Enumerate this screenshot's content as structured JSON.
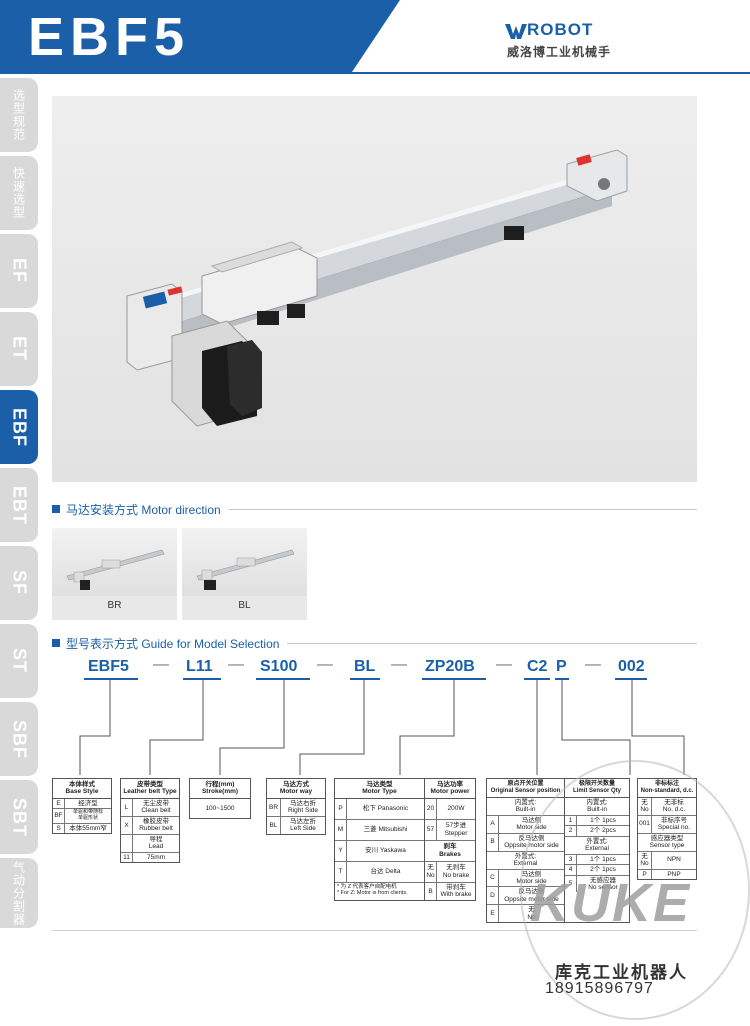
{
  "header": {
    "title": "EBF5",
    "logo_name": "ROBOT",
    "logo_sub": "威洛博工业机械手"
  },
  "sidebar": {
    "tabs": [
      {
        "label": "选型规范",
        "active": false
      },
      {
        "label": "快速选型",
        "active": false
      },
      {
        "label": "EF",
        "active": false
      },
      {
        "label": "ET",
        "active": false
      },
      {
        "label": "EBF",
        "active": true
      },
      {
        "label": "EBT",
        "active": false
      },
      {
        "label": "SF",
        "active": false
      },
      {
        "label": "ST",
        "active": false
      },
      {
        "label": "SBF",
        "active": false
      },
      {
        "label": "SBT",
        "active": false
      },
      {
        "label": "气动分割器",
        "active": false
      }
    ]
  },
  "motor_direction": {
    "title": "马达安装方式 Motor direction",
    "options": [
      "BR",
      "BL"
    ]
  },
  "model_selection": {
    "title": "型号表示方式 Guide for Model Selection",
    "codes": [
      "EBF5",
      "L11",
      "S100",
      "BL",
      "ZP20B",
      "C2",
      "P",
      "002"
    ],
    "dash": "—"
  },
  "tables": {
    "base_style": {
      "header": "本体样式\nBase Style",
      "rows": [
        {
          "k": "E",
          "v": "经济型"
        },
        {
          "k": "BF",
          "v": "单驱和带随标\n单驱形状"
        },
        {
          "k": "S",
          "v": "本体55mm窄"
        }
      ]
    },
    "belt_type": {
      "header": "皮带类型\nLeather belt Type",
      "rows": [
        {
          "k": "L",
          "v": "无尘皮带\nClean belt"
        },
        {
          "k": "X",
          "v": "橡胶皮带\nRubber belt"
        },
        {
          "k": "",
          "v": "导程\nLead"
        },
        {
          "k": "11",
          "v": "75mm"
        }
      ]
    },
    "stroke": {
      "header": "行程(mm)\nStroke(mm)",
      "value": "100~1500"
    },
    "motor_way": {
      "header": "马达方式\nMotor way",
      "rows": [
        {
          "k": "BR",
          "v": "马达右折\nRight Side"
        },
        {
          "k": "BL",
          "v": "马达左折\nLeft Side"
        }
      ]
    },
    "motor_type": {
      "header": "马达类型\nMotor Type",
      "rows": [
        {
          "k": "P",
          "v": "松下 Panasonic"
        },
        {
          "k": "M",
          "v": "三菱 Mitsubishi"
        },
        {
          "k": "Y",
          "v": "安川 Yaskawa"
        },
        {
          "k": "T",
          "v": "台达 Delta"
        }
      ],
      "note": "* 为 Z 代表客户自配电机\n* For Z: Motor is from clients."
    },
    "motor_power": {
      "header": "马达功率\nMotor power",
      "rows": [
        {
          "k": "20",
          "v": "200W"
        },
        {
          "k": "57",
          "v": "57步进\nStepper"
        },
        {
          "k": "",
          "v": "刹车\nBrakes"
        },
        {
          "k": "无\nNo",
          "v": "无刹车\nNo brake"
        },
        {
          "k": "B",
          "v": "带刹车\nWith brake"
        }
      ]
    },
    "sensor_position": {
      "header": "原点开关位置\nOriginal Sensor position",
      "rows": [
        {
          "k": "",
          "v": "内置式:\nBuilt-in"
        },
        {
          "k": "A",
          "v": "马达侧\nMotor side"
        },
        {
          "k": "B",
          "v": "反马达侧\nOppsite motor side"
        },
        {
          "k": "",
          "v": "外置式:\nExternal"
        },
        {
          "k": "C",
          "v": "马达侧\nMotor side"
        },
        {
          "k": "D",
          "v": "反马达侧\nOppsite motor side"
        },
        {
          "k": "E",
          "v": "无\nNo"
        }
      ]
    },
    "limit_sensor": {
      "header": "极限开关数量\nLimit Sensor Qty",
      "rows": [
        {
          "k": "",
          "v": "内置式:\nBuilt-in"
        },
        {
          "k": "1",
          "v": "1个 1pcs"
        },
        {
          "k": "2",
          "v": "2个 2pcs"
        },
        {
          "k": "",
          "v": "外置式:\nExternal"
        },
        {
          "k": "3",
          "v": "1个 1pcs"
        },
        {
          "k": "4",
          "v": "2个 1pcs"
        },
        {
          "k": "5",
          "v": "无感应器\nNo sensor"
        }
      ]
    },
    "non_standard": {
      "header": "非标标注\nNon-standard, d.c.",
      "rows": [
        {
          "k": "无\nNo",
          "v": "无非标\nNo, d.c."
        },
        {
          "k": "001",
          "v": "非标序号\nSpecial no."
        },
        {
          "k": "",
          "v": "感应器类型\nSensor type"
        },
        {
          "k": "无\nNo",
          "v": "NPN"
        },
        {
          "k": "P",
          "v": "PNP"
        }
      ]
    }
  },
  "watermark": {
    "brand": "KUKE",
    "company": "库克工业机器人",
    "phone": "18915896797"
  },
  "colors": {
    "brand_blue": "#1a5fa8",
    "tab_gray": "#d9d9d9"
  }
}
